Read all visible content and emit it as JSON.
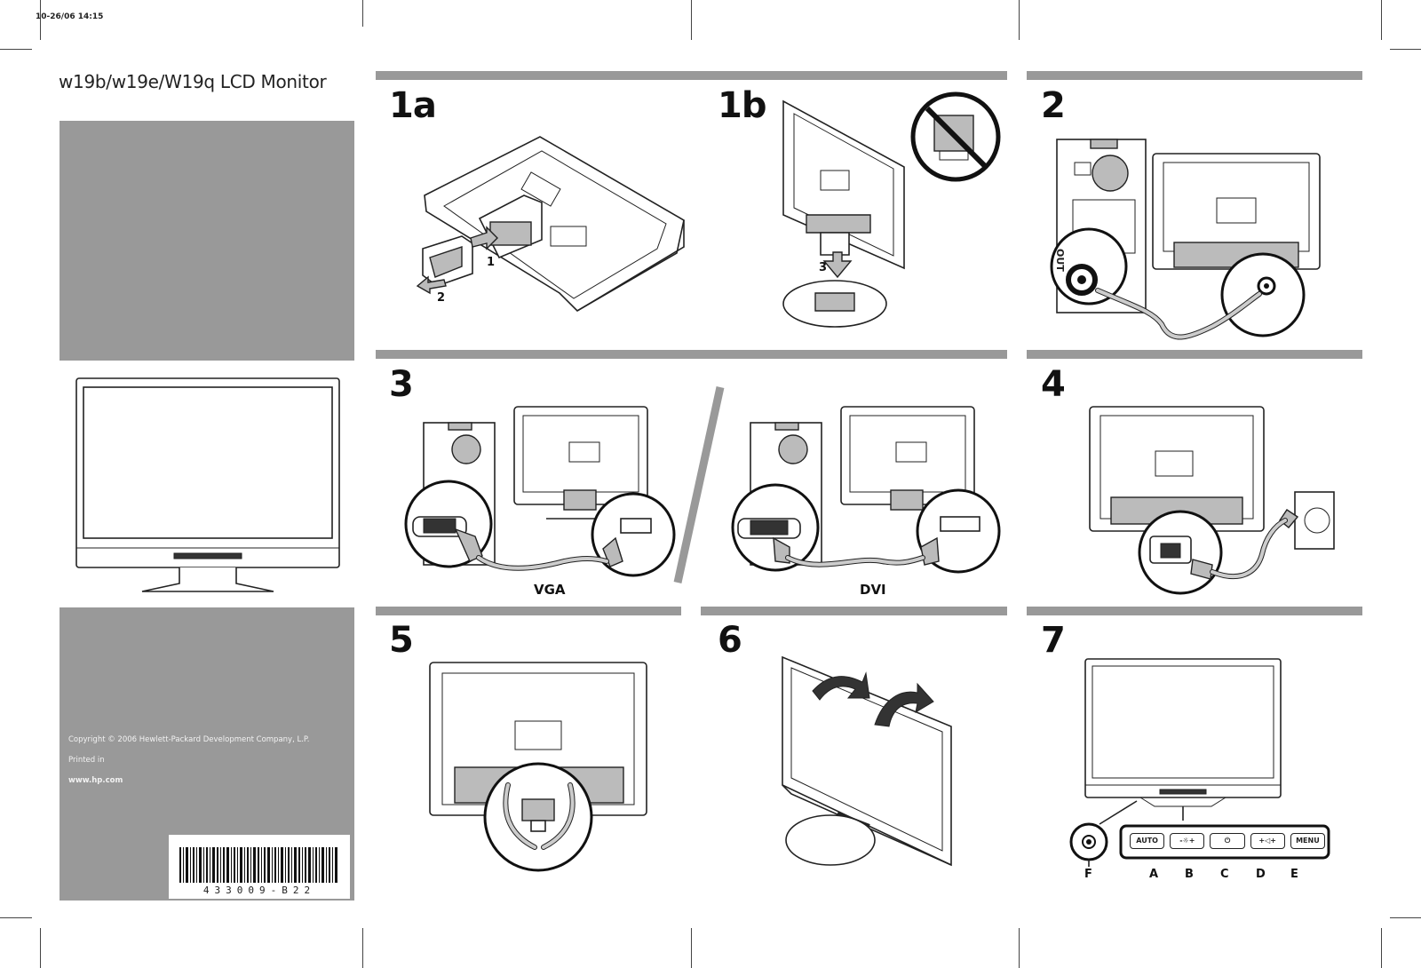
{
  "header": {
    "timestamp": "10-26/06 14:15",
    "title": "w19b/w19e/W19q LCD Monitor"
  },
  "footer": {
    "copyright": "Copyright © 2006 Hewlett-Packard Development Company, L.P.",
    "printed": "Printed in",
    "website": "www.hp.com",
    "barcode_number": "433009-B22"
  },
  "steps": {
    "s1a": "1a",
    "s1b": "1b",
    "s2": "2",
    "s3": "3",
    "s4": "4",
    "s5": "5",
    "s6": "6",
    "s7": "7"
  },
  "callouts": {
    "c1": "1",
    "c2": "2",
    "c3": "3",
    "out": "OUT"
  },
  "connectors": {
    "vga": "VGA",
    "dvi": "DVI"
  },
  "controls": {
    "buttons": [
      "AUTO",
      "-☼+",
      "⏻",
      "+◁+",
      "MENU"
    ],
    "letters": [
      "F",
      "A",
      "B",
      "C",
      "D",
      "E"
    ]
  },
  "colors": {
    "panel_grey": "#999999",
    "line": "#222222"
  }
}
